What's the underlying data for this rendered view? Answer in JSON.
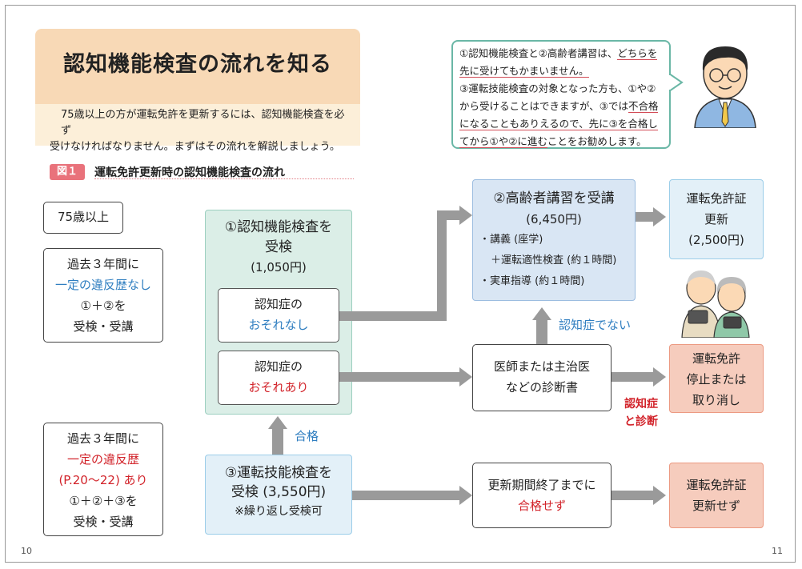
{
  "header": {
    "title": "認知機能検査の流れを知る",
    "intro_line1": "75歳以上の方が運転免許を更新するには、認知機能検査を必ず",
    "intro_line2": "受けなければなりません。まずはその流れを解説しましょう。"
  },
  "speech": {
    "l1a": "①認知機能検査と②高齢者講習は、",
    "l1b": "どちらを",
    "l2": "先に受けてもかまいません。",
    "l3": "③運転技能検査の対象となった方も、①や②",
    "l4a": "から受けることはできますが、③では",
    "l4b": "不合格",
    "l5a": "になることもありえるので、先に",
    "l5b": "③を合格し",
    "l6a": "てから①や②に進む",
    "l6b": "ことをお勧めします。"
  },
  "figure": {
    "badge": "図１",
    "title": "運転免許更新時の認知機能検査の流れ"
  },
  "left": {
    "age": "75歳以上",
    "a1": "過去３年間に",
    "a2": "一定の違反歴なし",
    "a3": "①＋②を",
    "a4": "受検・受講",
    "b1": "過去３年間に",
    "b2": "一定の違反歴",
    "b3": "(P.20～22) あり",
    "b4": "①＋②＋③を",
    "b5": "受検・受講"
  },
  "cognitive": {
    "t1": "①認知機能検査を",
    "t2": "受検",
    "fee": "(1,050円)",
    "no1": "認知症の",
    "no2": "おそれなし",
    "yes1": "認知症の",
    "yes2": "おそれあり"
  },
  "driving": {
    "t1": "③運転技能検査を",
    "t2": "受検 (3,550円)",
    "note": "※繰り返し受検可",
    "pass": "合格"
  },
  "lecture": {
    "t1": "②高齢者講習を受講",
    "fee": "(6,450円)",
    "i1": "・講義 (座学)",
    "i2": "＋運転適性検査 (約１時間)",
    "i3": "・実車指導 (約１時間)"
  },
  "doctor": {
    "l1": "医師または主治医",
    "l2": "などの診断書",
    "not_dementia": "認知症でない",
    "dx1": "認知症",
    "dx2": "と診断"
  },
  "fail": {
    "l1": "更新期間終了までに",
    "l2": "合格せず"
  },
  "results": {
    "renew1": "運転免許証",
    "renew2": "更新",
    "renew_fee": "(2,500円)",
    "revoke1": "運転免許",
    "revoke2": "停止または",
    "revoke3": "取り消し",
    "norenew1": "運転免許証",
    "norenew2": "更新せず"
  },
  "pages": {
    "left": "10",
    "right": "11"
  },
  "colors": {
    "red": "#d2232a",
    "blue": "#2f7ec0",
    "arrow": "#9a9a9a"
  }
}
